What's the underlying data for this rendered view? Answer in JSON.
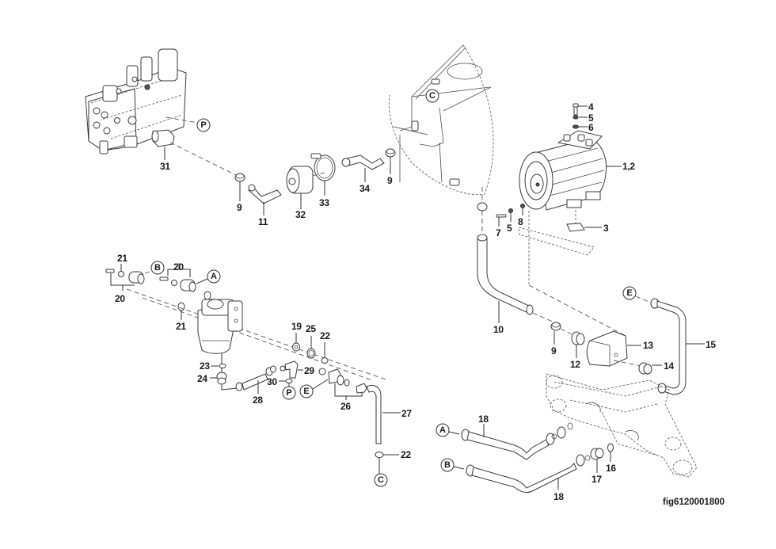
{
  "figure": {
    "id": "fig6120001800",
    "type": "exploded parts diagram"
  },
  "references": {
    "P_valve": "P",
    "P_fitting": "P",
    "C_tank": "C",
    "C_hose": "C",
    "B_upper": "B",
    "A_upper": "A",
    "E_lower": "E",
    "E_right": "E",
    "A_lower": "A",
    "B_lower": "B"
  },
  "callouts": {
    "c31": "31",
    "c9a": "9",
    "c11": "11",
    "c32": "32",
    "c33": "33",
    "c34": "34",
    "c9b": "9",
    "c4": "4",
    "c5a": "5",
    "c6": "6",
    "c12_motor": "1,2",
    "c7": "7",
    "c5b": "5",
    "c8": "8",
    "c3": "3",
    "c21a": "21",
    "c20a": "20",
    "c20b": "20",
    "c21b": "21",
    "c19": "19",
    "c25": "25",
    "c22a": "22",
    "c23": "23",
    "c24": "24",
    "c29": "29",
    "c30": "30",
    "c28": "28",
    "c26": "26",
    "c27": "27",
    "c22b": "22",
    "c10": "10",
    "c9c": "9",
    "c12": "12",
    "c13": "13",
    "c14": "14",
    "c15": "15",
    "c18a": "18",
    "c18b": "18",
    "c17": "17",
    "c16": "16"
  }
}
